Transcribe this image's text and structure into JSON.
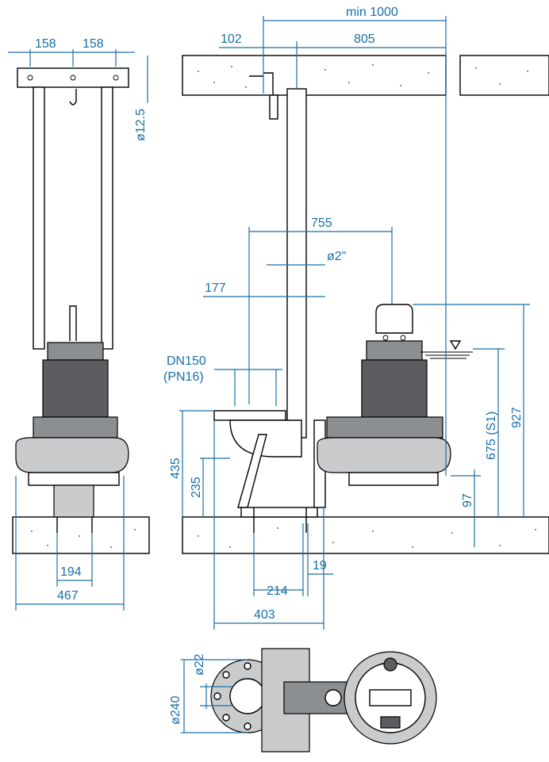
{
  "dimensions": {
    "front_width_left": "158",
    "front_width_right": "158",
    "bolt_diameter": "ø12.5",
    "min_clearance": "min 1000",
    "wall_offset": "102",
    "rail_distance": "805",
    "discharge_span": "755",
    "pipe_size": "ø2\"",
    "rail_offset": "177",
    "flange_name": "DN150",
    "flange_rating": "(PN16)",
    "base_height": "435",
    "outlet_height": "235",
    "total_height": "927",
    "water_level_s1": "675 (S1)",
    "min_level": "97",
    "front_bolt_spacing": "194",
    "front_total_width": "467",
    "side_bolt_offset": "19",
    "side_bolt_spacing": "214",
    "side_base_width": "403",
    "plan_hole_diameter": "ø22",
    "plan_flange_diameter": "ø240"
  },
  "colors": {
    "dimension": "#1a6fa8",
    "motor_dark": "#5b5d60",
    "motor_mid": "#8c8f92",
    "motor_light": "#c9cbcd"
  }
}
